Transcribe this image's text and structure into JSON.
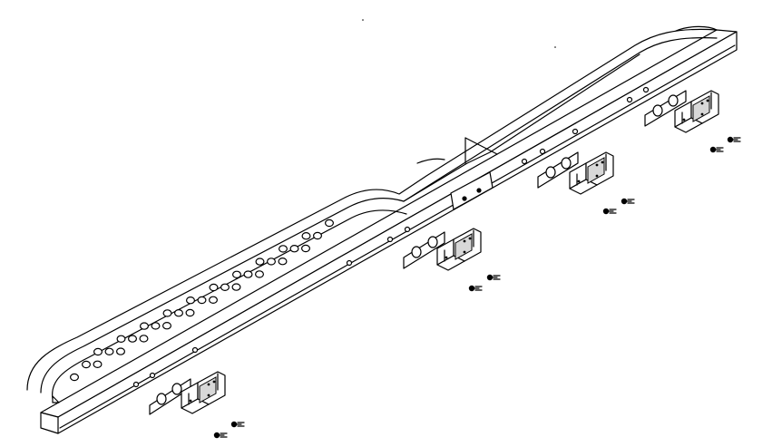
{
  "diagram": {
    "subject": "running-board-assembly",
    "colors": {
      "line": "#000000",
      "background": "#ffffff",
      "shade": "#d8d8d8"
    },
    "bracket_count": 4,
    "hole_rows": 11
  }
}
